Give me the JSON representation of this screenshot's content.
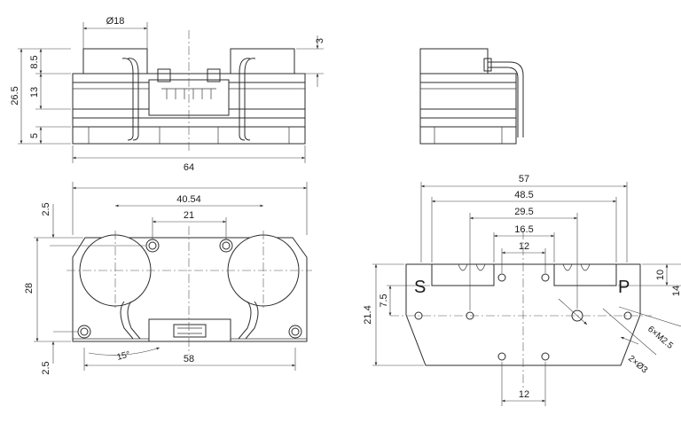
{
  "front_view": {
    "dim_diameter": "Ø18",
    "dim_top_gap": "3",
    "dim_total_height": "26.5",
    "dim_upper": "8.5",
    "dim_middle": "13",
    "dim_lower": "5",
    "dim_width": "64"
  },
  "bottom_view": {
    "dim_hole_spacing": "40.54",
    "dim_inner_spacing": "21",
    "dim_height": "28",
    "dim_top_offset": "2.5",
    "dim_bottom_offset": "2.5",
    "dim_base_width": "58",
    "dim_angle": "15°"
  },
  "port_view": {
    "dim_overall": "57",
    "dim_outer_slots": "48.5",
    "dim_mid": "29.5",
    "dim_inner": "16.5",
    "dim_center": "12",
    "dim_bottom_holes": "12",
    "dim_height": "21.4",
    "dim_offset": "7.5",
    "dim_slot_depth": "10",
    "dim_cut": "14",
    "label_s": "S",
    "label_p": "P",
    "callout_threads": "6×M2.5",
    "callout_pins": "2×Ø3"
  }
}
